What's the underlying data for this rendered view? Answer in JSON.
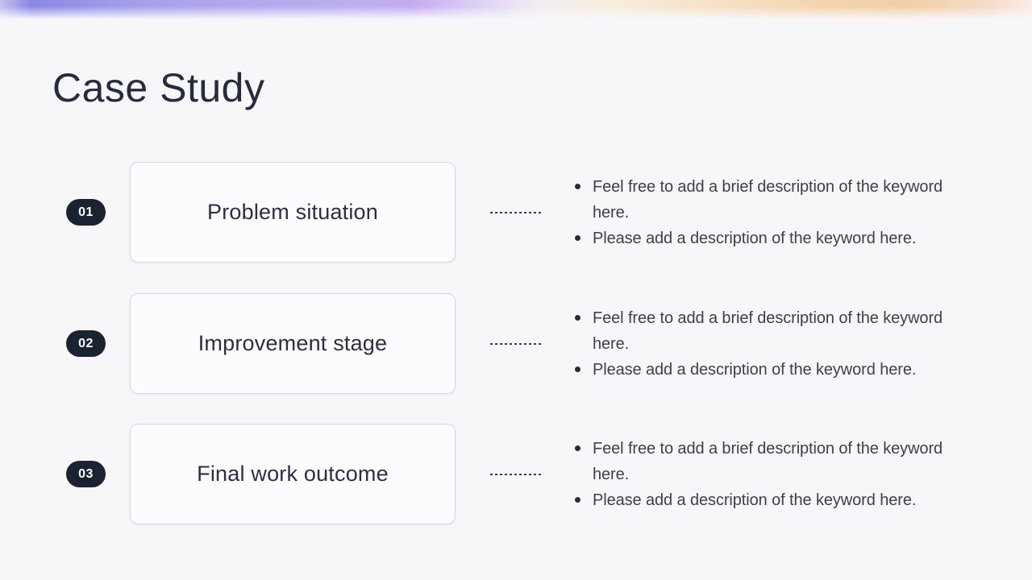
{
  "slide": {
    "title": "Case Study",
    "rows": [
      {
        "number": "01",
        "card_label": "Problem situation",
        "bullets": [
          "Feel free to add a brief description of the keyword here.",
          "Please add a description of the keyword here."
        ]
      },
      {
        "number": "02",
        "card_label": "Improvement stage",
        "bullets": [
          "Feel free to add a brief description of the keyword here.",
          "Please add a description of the keyword here."
        ]
      },
      {
        "number": "03",
        "card_label": "Final work outcome",
        "bullets": [
          "Feel free to add a brief description of the keyword here.",
          "Please add a description of the keyword here."
        ]
      }
    ]
  },
  "colors": {
    "page_background": "#f7f7f9",
    "title_text": "#262b3f",
    "badge_background": "#1b2232",
    "badge_text": "#ffffff",
    "card_background": "#fcfcfe",
    "card_border": "#d7d7df",
    "card_text": "#2a2f45",
    "body_text": "#3f3f49",
    "gradient_left": "#8a87e5",
    "gradient_mid": "#c6abf1",
    "gradient_right": "#f2cfa5"
  }
}
